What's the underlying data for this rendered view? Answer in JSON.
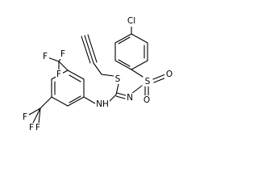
{
  "structure": {
    "type": "chemical-structure",
    "atom_labels": {
      "cl": "Cl",
      "s_sulfonyl": "S",
      "o_top": "O",
      "o_bottom": "O",
      "n_imine": "N",
      "s_thio": "S",
      "nh": "NH",
      "f_cf3_top_a": "F",
      "f_cf3_top_b": "F",
      "f_cf3_top_c": "F",
      "f_cf3_bottom_a": "F",
      "f_cf3_bottom_b": "F",
      "f_cf3_bottom_c": "F"
    },
    "colors": {
      "bond": "#000000",
      "label": "#000000",
      "background": "#ffffff"
    }
  }
}
